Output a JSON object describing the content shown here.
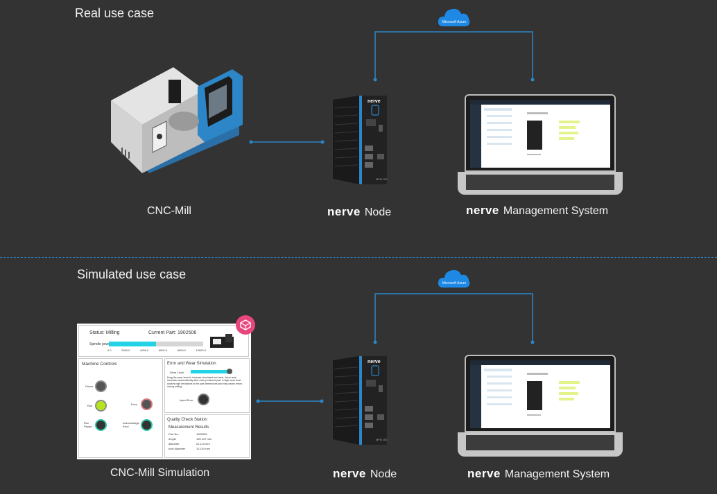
{
  "sections": {
    "real": {
      "title": "Real use case"
    },
    "simulated": {
      "title": "Simulated use case"
    }
  },
  "cloud": {
    "label": "Microsoft Azure"
  },
  "captions": {
    "cnc_mill": "CNC-Mill",
    "cnc_sim": "CNC-Mill Simulation",
    "nerve_brand": "nerve",
    "node": "Node",
    "management": "Management System"
  },
  "simulation": {
    "status": "Status: Milling",
    "current_part": "Current Part: 1902506",
    "spindle_label": "Spindle power",
    "spindle_level": 0.5,
    "spindle_ticks": [
      "0.0",
      "2000.0",
      "4000.0",
      "6000.0",
      "8000.0",
      "10000.0"
    ],
    "machine_controls": "Machine Controls",
    "pause": "Pause",
    "run": "Run",
    "run_pause": "Run Pause",
    "error": "Error",
    "acknowledge_error": "Acknowledge Error",
    "error_wear_title": "Error and Wear Simulation",
    "wear_level": "Wear Level",
    "wear_text": "Drag the wear level to increase simulated tool wear. Wear level increases automatically after each produced part. A high wear level causes high deviations in the part dimensions and may cause errors during milling.",
    "inject_error": "Inject Error",
    "quality_title": "Quality Check Station",
    "measurement_title": "Measurement Results",
    "rows": [
      {
        "k": "Part No:",
        "v": "1902505"
      },
      {
        "k": "length",
        "v": "100.107 mm"
      },
      {
        "k": "diameter",
        "v": "22.110 mm"
      },
      {
        "k": "hole diameter",
        "v": "12.104 mm"
      }
    ]
  },
  "device": {
    "model": "MFN 100"
  },
  "colors": {
    "background": "#333333",
    "line": "#2d86c8",
    "cloud": "#1e88e5",
    "badge": "#e8477e",
    "spindle": "#22d3e6",
    "run_green": "#b5e61d"
  }
}
